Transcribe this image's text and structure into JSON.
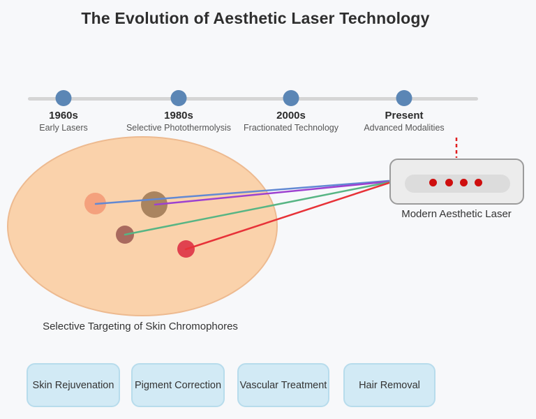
{
  "title": "The Evolution of Aesthetic Laser Technology",
  "timeline": {
    "milestones": [
      {
        "year": "1960s",
        "label": "Early Lasers"
      },
      {
        "year": "1980s",
        "label": "Selective Photothermolysis"
      },
      {
        "year": "2000s",
        "label": "Fractionated Technology"
      },
      {
        "year": "Present",
        "label": "Advanced Modalities"
      }
    ]
  },
  "skin_diagram": {
    "caption": "Selective Targeting of Skin Chromophores",
    "chromophores": [
      {
        "color": "#f4a17d"
      },
      {
        "color": "#aa845f"
      },
      {
        "color": "#a96a5e"
      },
      {
        "color": "#e0424f"
      }
    ]
  },
  "laser": {
    "label": "Modern Aesthetic Laser",
    "indicator_color": "#ce0e0e",
    "beam_colors": [
      "#6289d3",
      "#9c41d0",
      "#57b584",
      "#e73238"
    ],
    "dashed_beam_color": "#e02020"
  },
  "treatments": {
    "buttons": [
      {
        "label": "Skin Rejuvenation"
      },
      {
        "label": "Pigment Correction"
      },
      {
        "label": "Vascular Treatment"
      },
      {
        "label": "Hair Removal"
      }
    ]
  },
  "colors": {
    "background": "#f7f8fa",
    "timeline_bar": "#d5d5d5",
    "timeline_dot": "#5b86b5",
    "skin_fill": "#fad2ab",
    "skin_border": "#edba90",
    "button_fill": "#d2eaf5",
    "button_border": "#b7dcec"
  }
}
